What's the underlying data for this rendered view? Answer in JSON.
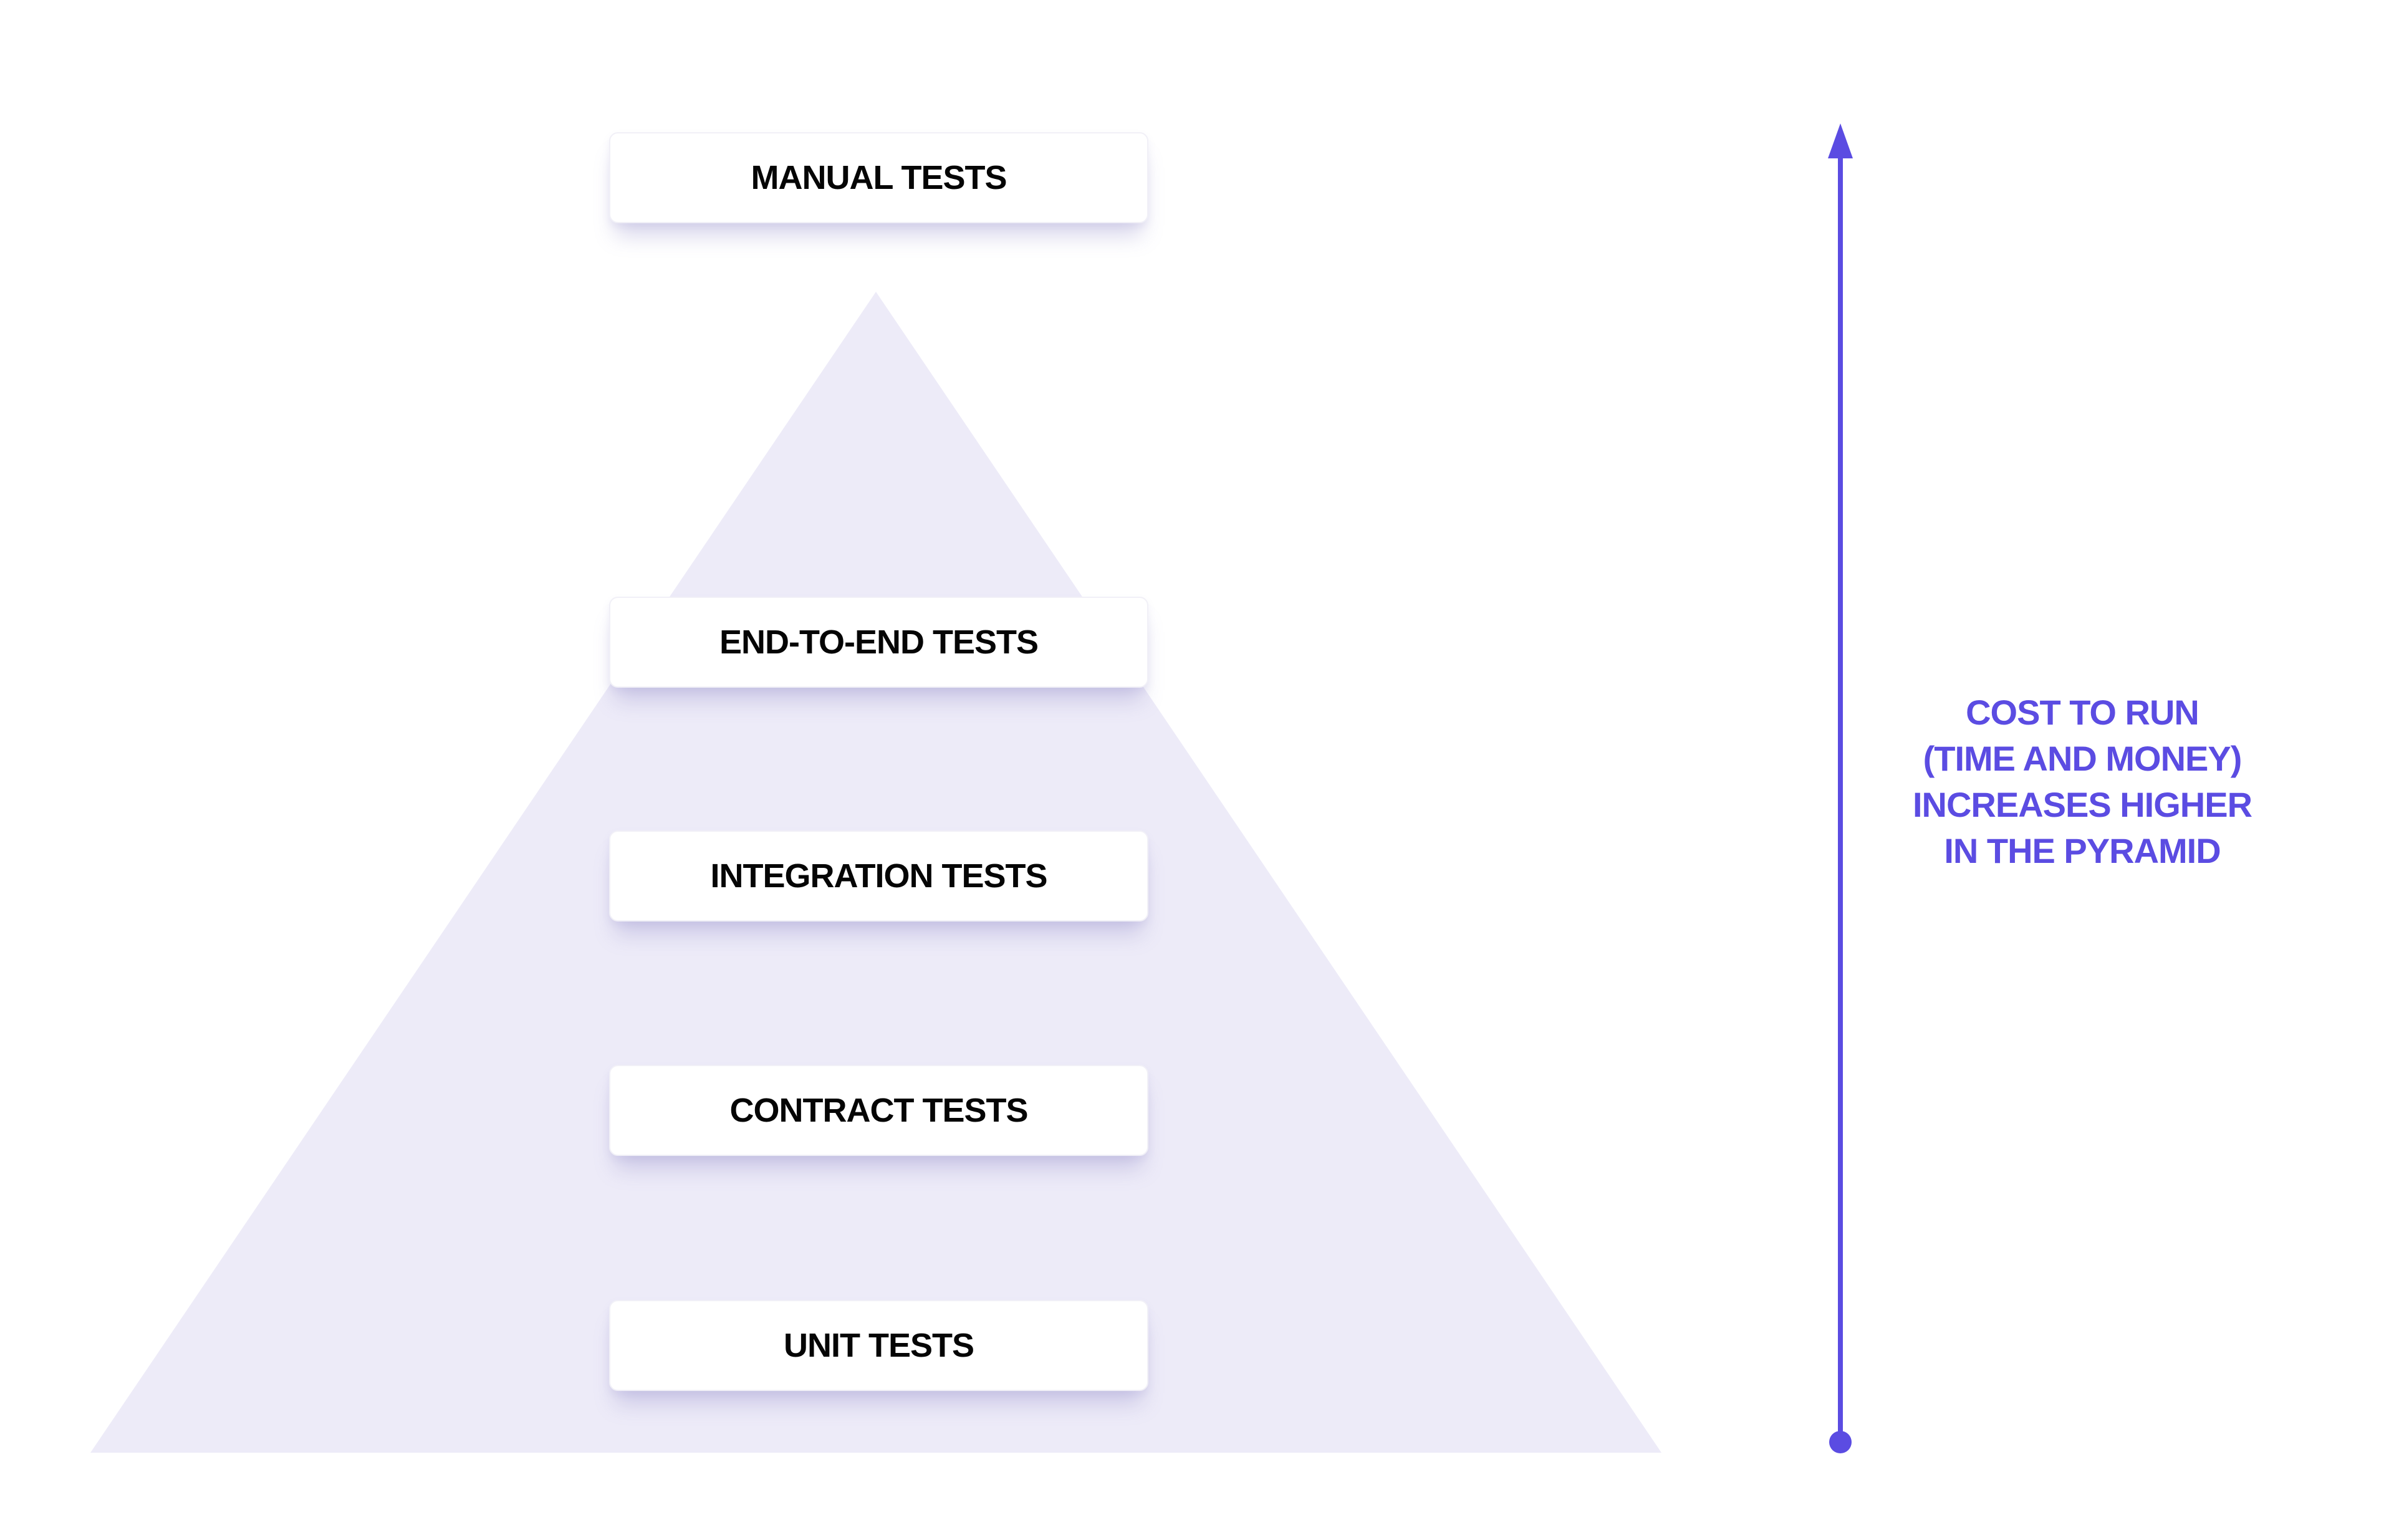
{
  "diagram": {
    "pyramid": {
      "levels": [
        {
          "label": "MANUAL TESTS"
        },
        {
          "label": "END-TO-END TESTS"
        },
        {
          "label": "INTEGRATION TESTS"
        },
        {
          "label": "CONTRACT TESTS"
        },
        {
          "label": "UNIT TESTS"
        }
      ]
    },
    "annotation": {
      "lines": [
        "COST TO RUN",
        "(TIME AND MONEY)",
        "INCREASES HIGHER",
        "IN THE PYRAMID"
      ]
    },
    "theme": {
      "background": "#ffffff",
      "pyramid_fill": "#edebf8",
      "accent": "#5b4ce2",
      "label_text": "#050505",
      "box_bg": "#ffffff"
    }
  }
}
